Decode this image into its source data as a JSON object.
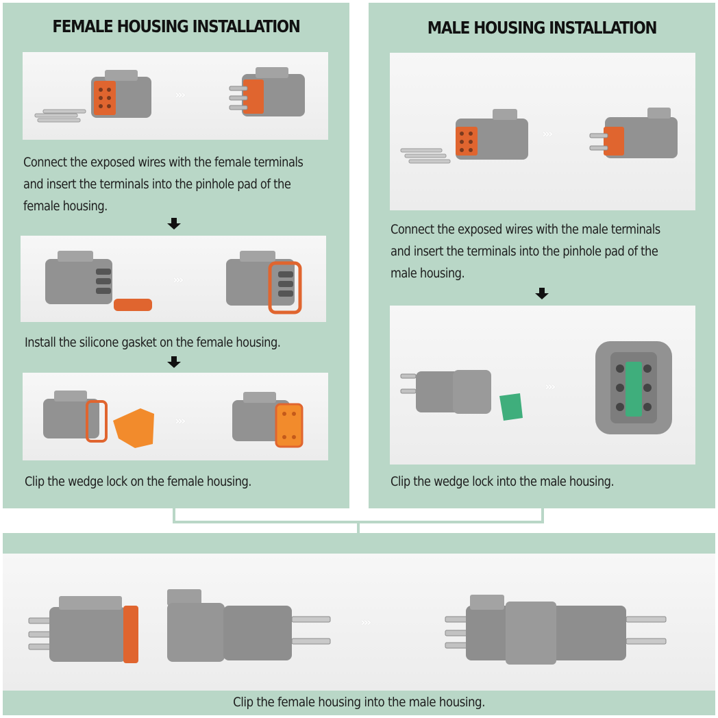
{
  "female": {
    "title": "FEMALE HOUSING INSTALLATION",
    "step1": [
      "Connect the exposed wires with the female terminals",
      "and insert the terminals into the pinhole pad of the",
      "female housing."
    ],
    "step2": "Install the silicone gasket on the female housing.",
    "step3": "Clip the wedge lock on the female housing."
  },
  "male": {
    "title": "MALE HOUSING INSTALLATION",
    "step1": [
      "Connect the exposed wires with the male terminals",
      "and insert the terminals into the pinhole pad of the",
      "male housing."
    ],
    "step2": "Clip the wedge lock into the male housing."
  },
  "final": {
    "caption": "Clip the female housing into the male housing."
  },
  "arrows": {
    "chevrons": "›››"
  },
  "colors": {
    "panel": "#b9d7c7",
    "housing_gray": "#8e8e8e",
    "gasket_orange": "#e0652f",
    "wedge_orange": "#f28b2c",
    "wedge_green": "#3fae7c"
  }
}
